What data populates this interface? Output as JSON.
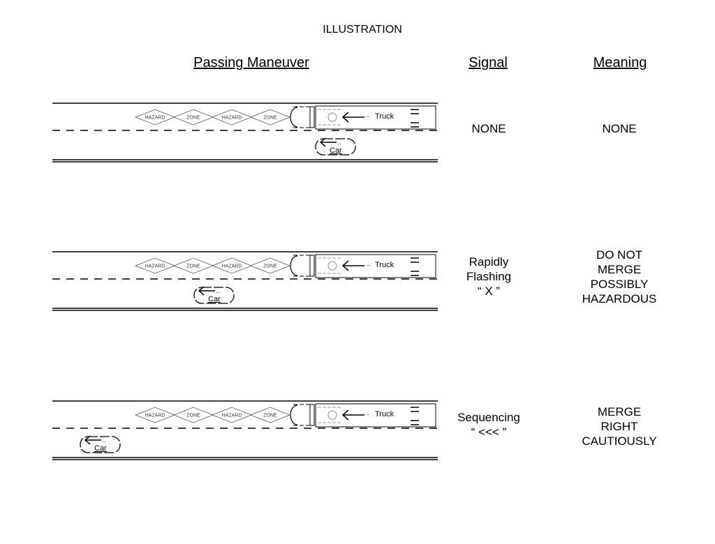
{
  "title": "ILLUSTRATION",
  "headers": {
    "maneuver": "Passing Maneuver",
    "signal": "Signal",
    "meaning": "Meaning"
  },
  "zone_labels": [
    "HAZARD",
    "ZONE",
    "HAZARD",
    "ZONE"
  ],
  "truck_label": "Truck",
  "car_label": "Car",
  "rows": [
    {
      "signal": [
        "NONE"
      ],
      "meaning": [
        "NONE"
      ]
    },
    {
      "signal": [
        "Rapidly",
        "Flashing",
        "“ X ”"
      ],
      "meaning": [
        "DO NOT",
        "MERGE",
        "POSSIBLY",
        "HAZARDOUS"
      ]
    },
    {
      "signal": [
        "Sequencing",
        "“ <<< ”"
      ],
      "meaning": [
        "MERGE",
        "RIGHT",
        "CAUTIOUSLY"
      ]
    }
  ]
}
